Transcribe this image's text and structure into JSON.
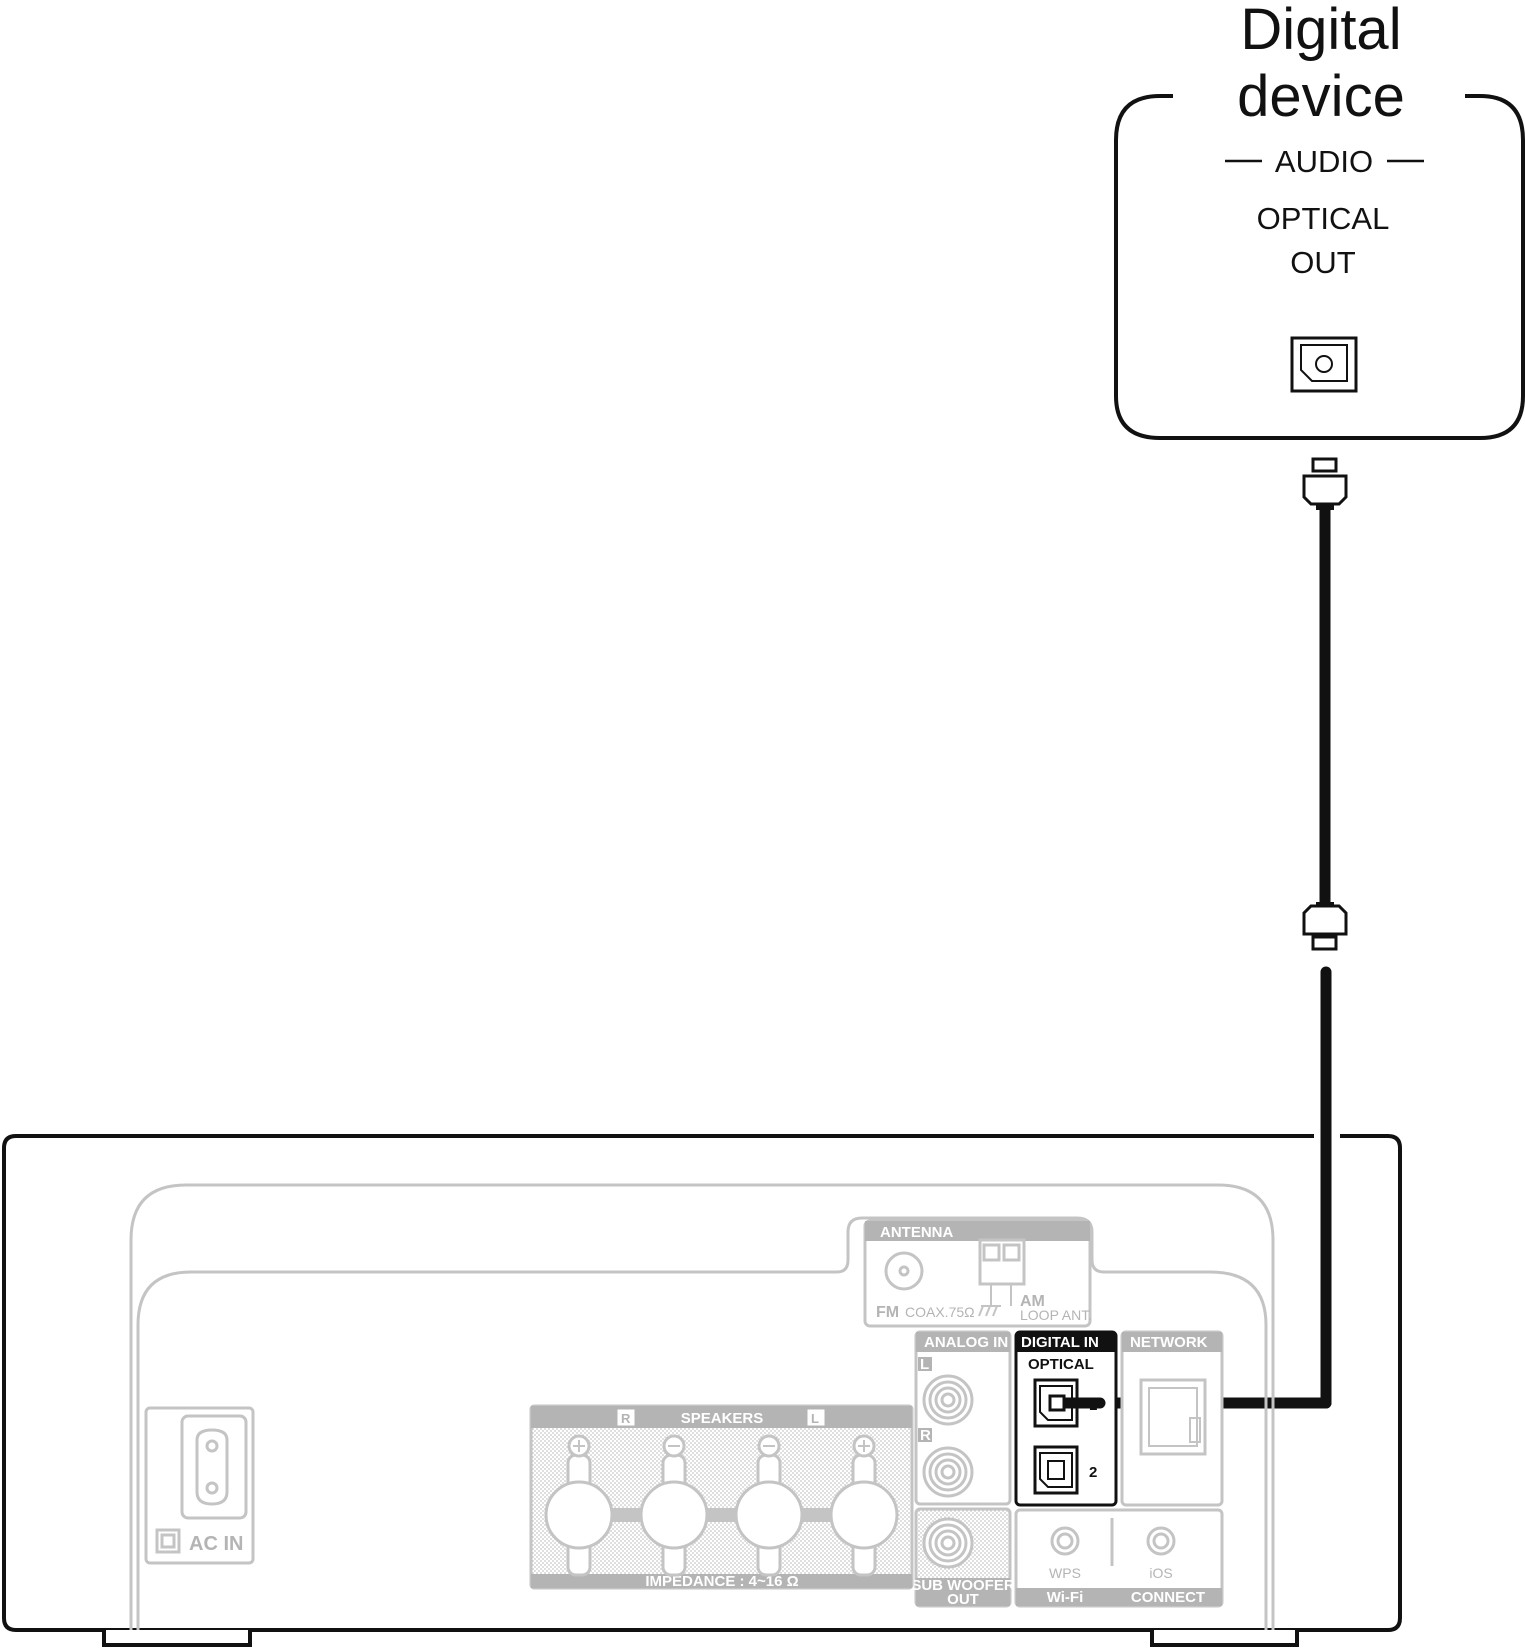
{
  "digital_device": {
    "title_line1": "Digital",
    "title_line2": "device",
    "audio_label": "AUDIO",
    "optical_line1": "OPTICAL",
    "optical_line2": "OUT"
  },
  "unit_panel": {
    "antenna": {
      "label": "ANTENNA",
      "fm_label": "FM",
      "fm_sub": "COAX.75Ω",
      "am_label": "AM",
      "am_sub": "LOOP ANT."
    },
    "analog_in": {
      "label": "ANALOG IN",
      "left": "L",
      "right": "R"
    },
    "digital_in": {
      "label": "DIGITAL IN",
      "sub_label": "OPTICAL",
      "port1": "1",
      "port2": "2"
    },
    "network": {
      "label": "NETWORK"
    },
    "speakers": {
      "label": "SPEAKERS",
      "right": "R",
      "left": "L",
      "impedance": "IMPEDANCE : 4~16 Ω"
    },
    "subwoofer": {
      "line1": "SUB WOOFER",
      "line2": "OUT"
    },
    "wifi": {
      "wps": "WPS",
      "ios": "iOS",
      "wifi": "Wi-Fi",
      "connect": "CONNECT"
    },
    "ac_in": {
      "label": "AC IN"
    }
  },
  "colors": {
    "ink": "#111111",
    "panel_grey": "#c4c4c4",
    "label_band": "#b4b4b4",
    "highlight": "#111111"
  },
  "icons": [
    "optical-jack-icon",
    "optical-plug-icon",
    "rca-jack-icon",
    "speaker-terminal-icon",
    "ac-inlet-icon",
    "lan-port-icon",
    "button-icon"
  ]
}
